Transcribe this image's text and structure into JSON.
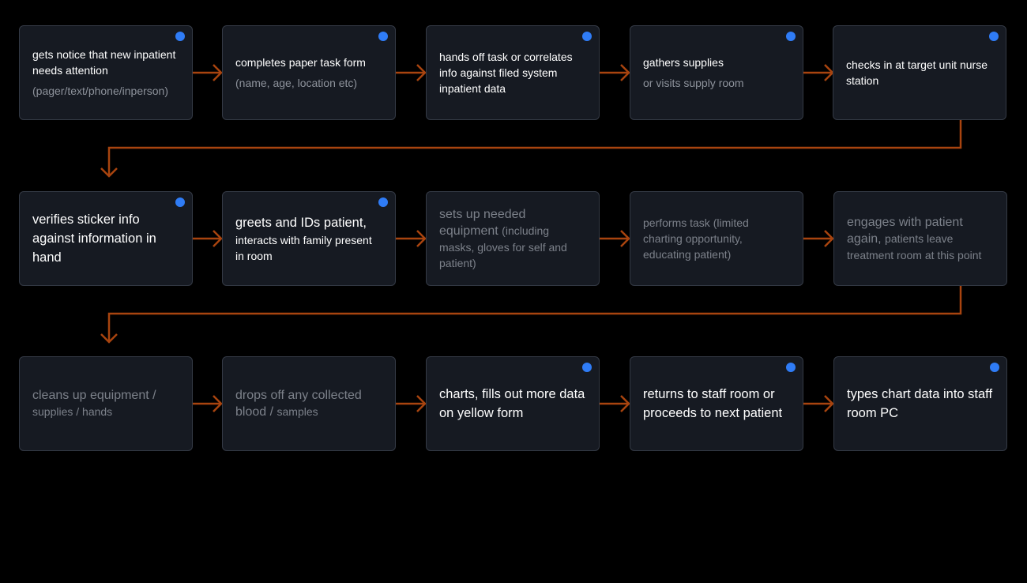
{
  "colors": {
    "background": "#000000",
    "card": "#161a22",
    "card_border": "#343a45",
    "connector": "#a8440f",
    "dot": "#2f7cf6",
    "text": "#ffffff",
    "text_muted": "#8d929b",
    "text_faded": "#7c818a"
  },
  "rows": [
    {
      "steps": [
        {
          "main": "gets notice that new inpatient needs attention",
          "sub": "(pager/text/phone/inperson)",
          "active": true
        },
        {
          "main": "completes paper task form",
          "sub": "(name, age, location etc)",
          "active": true
        },
        {
          "main": "hands off task or correlates info against filed system inpatient data",
          "sub": "",
          "active": true
        },
        {
          "main": "gathers supplies",
          "sub": "or visits supply room",
          "active": true
        },
        {
          "main": "checks in at target unit nurse station",
          "sub": "",
          "active": true
        }
      ]
    },
    {
      "steps": [
        {
          "main": "verifies sticker info against information in hand",
          "sub": "",
          "active": true
        },
        {
          "main": "greets and IDs patient,",
          "sub": "interacts with family present in room",
          "active": true
        },
        {
          "main": "sets up needed equipment",
          "sub": "(including masks, gloves for self and patient)",
          "active": false
        },
        {
          "main": "",
          "sub": "performs task (limited charting opportunity, educating patient)",
          "active": false
        },
        {
          "main": "engages with patient again,",
          "sub": "patients leave treatment room at this point",
          "active": false
        }
      ]
    },
    {
      "steps": [
        {
          "main": "cleans up equipment /",
          "sub": "supplies / hands",
          "active": false
        },
        {
          "main": "drops off any collected blood /",
          "sub": "samples",
          "active": false
        },
        {
          "main": "charts, fills out more data on yellow form",
          "sub": "",
          "active": true
        },
        {
          "main": "returns to staff room or proceeds to next patient",
          "sub": "",
          "active": true
        },
        {
          "main": "types chart data into staff room PC",
          "sub": "",
          "active": true
        }
      ]
    }
  ]
}
